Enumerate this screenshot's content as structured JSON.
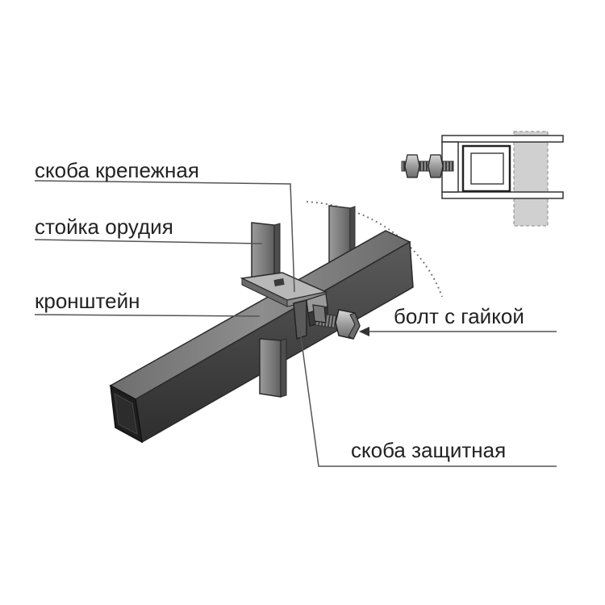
{
  "labels": {
    "fastening_clamp": "скоба крепежная",
    "tool_post": "стойка орудия",
    "bracket": "кронштейн",
    "bolt_with_nut": "болт с гайкой",
    "guard_clamp": "скоба защитная"
  },
  "colors": {
    "background": "#ffffff",
    "text": "#222222",
    "leader_line": "#555555",
    "metal_dark": "#3a3a3a",
    "metal_mid": "#707070",
    "metal_light": "#a8a8a8",
    "detail_fill": "#d0d0d0"
  },
  "icons": [
    "bracket-bar",
    "tool-post-bar",
    "fastening-clamp",
    "bolt-with-nut",
    "guard-clamp",
    "rotation-arc",
    "cross-section-detail"
  ]
}
